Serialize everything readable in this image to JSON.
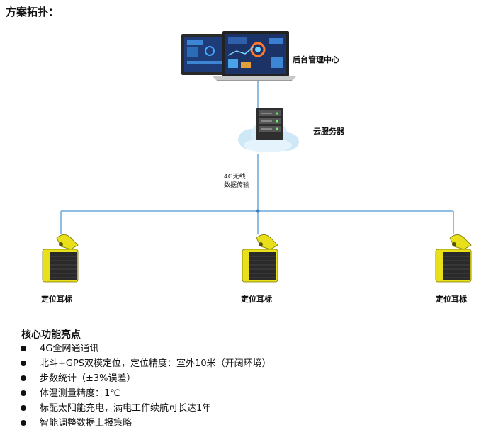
{
  "section_title": "方案拓扑：",
  "nodes": {
    "backend": {
      "label": "后台管理中心",
      "icon": "laptop-dashboard-icon"
    },
    "cloud": {
      "label": "云服务器",
      "icon": "cloud-server-icon"
    },
    "tags": [
      {
        "label": "定位耳标",
        "icon": "ear-tag-icon"
      },
      {
        "label": "定位耳标",
        "icon": "ear-tag-icon"
      },
      {
        "label": "定位耳标",
        "icon": "ear-tag-icon"
      }
    ]
  },
  "link_label": {
    "line1": "4G无线",
    "line2": "数据传输"
  },
  "features": {
    "title": "核心功能亮点",
    "items": [
      "4G全网通通讯",
      "北斗+GPS双模定位，定位精度：室外10米（开阔环境）",
      "步数统计（±3%误差）",
      "体温测量精度：1℃",
      "标配太阳能充电，满电工作续航可长达1年",
      "智能调整数据上报策略"
    ]
  },
  "colors": {
    "connector": "#6aa9d8",
    "tag_yellow": "#e8e01a",
    "panel_dark": "#2a2a2a",
    "screen_blue": "#1d3c78"
  }
}
